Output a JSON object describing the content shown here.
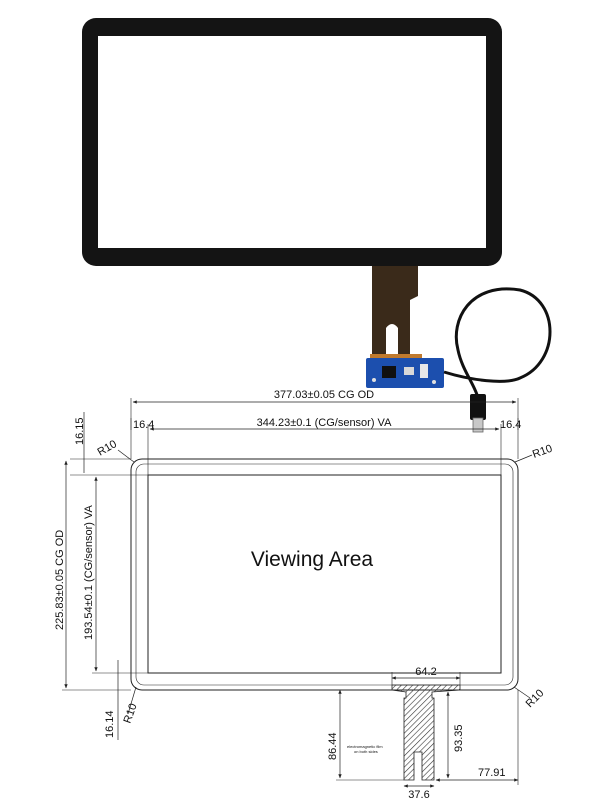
{
  "drawing": {
    "labels": {
      "cg_width": "377.03±0.05 CG OD",
      "va_width": "344.23±0.1 (CG/sensor) VA",
      "cg_height": "225.83±0.05 CG OD",
      "va_height": "193.54±0.1 (CG/sensor) VA",
      "margin_left": "16.4",
      "margin_right": "16.4",
      "margin_top": "16.15",
      "margin_bottom": "16.14",
      "radius_top_left": "R10",
      "radius_top_right": "R10",
      "radius_bottom_left": "R10",
      "radius_bottom_right": "R10",
      "fpc_width": "64.2",
      "fpc_length": "86.44",
      "fpc_tail": "93.35",
      "fpc_offset": "77.91",
      "fpc_neck": "37.6",
      "fpc_note_line1": "electromagnetic film",
      "fpc_note_line2": "on both sides",
      "viewing_area": "Viewing Area"
    },
    "colors": {
      "bezel": "#141414",
      "pcb": "#1c4fae",
      "fpc": "#3a2a1a",
      "line": "#222222"
    }
  }
}
